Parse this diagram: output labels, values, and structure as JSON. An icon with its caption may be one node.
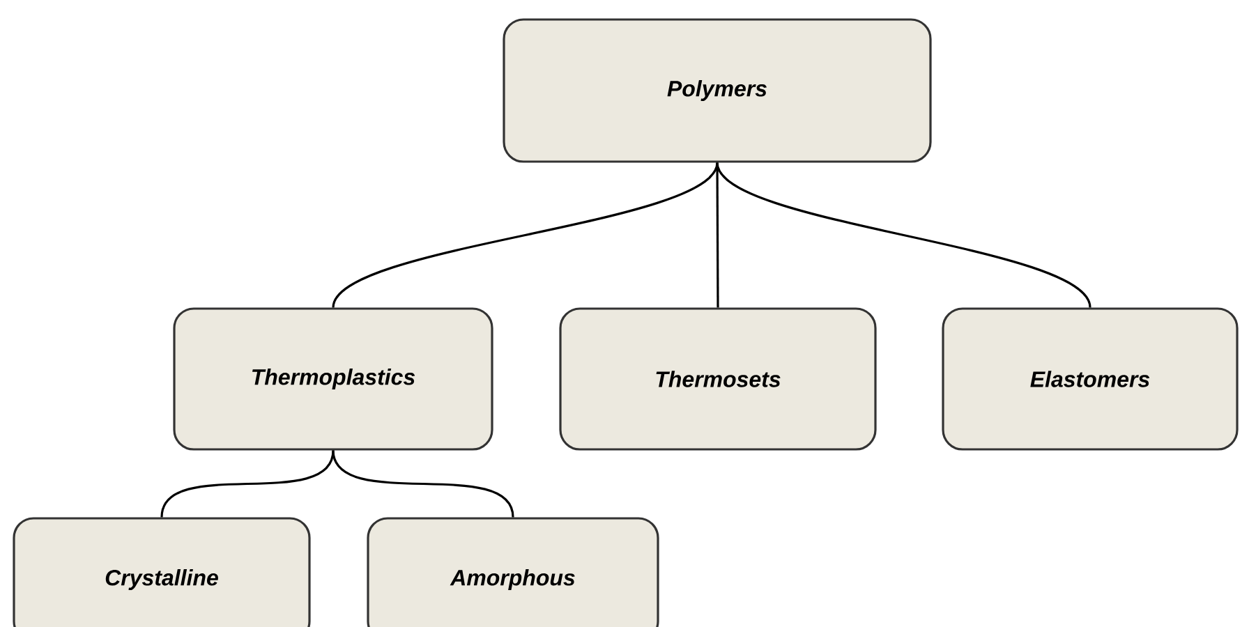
{
  "diagram": {
    "nodes": [
      {
        "text": [
          "Polymers"
        ]
      },
      {
        "text": [
          "Thermoplastics"
        ]
      },
      {
        "text": [
          "Thermosets"
        ]
      },
      {
        "text": [
          "Elastomers"
        ]
      },
      {
        "text": [
          "Crystalline"
        ]
      },
      {
        "text": [
          "Amorphous"
        ]
      }
    ],
    "edges": [
      {
        "from": 0,
        "to": 1,
        "arrow": "none"
      },
      {
        "from": 0,
        "to": 2,
        "arrow": "none"
      },
      {
        "from": 0,
        "to": 3,
        "arrow": "none"
      },
      {
        "from": 1,
        "to": 4,
        "arrow": "none"
      },
      {
        "from": 1,
        "to": 5,
        "arrow": "none"
      }
    ]
  }
}
